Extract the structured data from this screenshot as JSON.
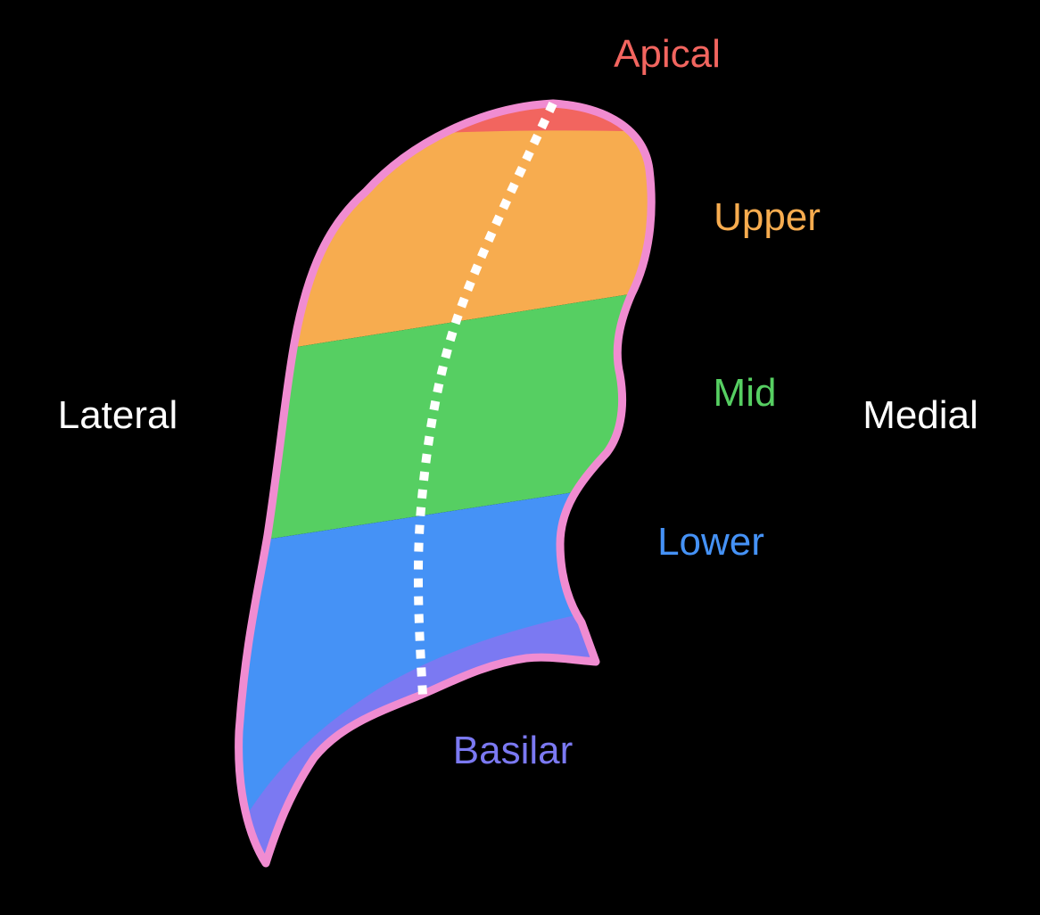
{
  "diagram": {
    "background": "#000000",
    "orientation": {
      "left": "Lateral",
      "right": "Medial"
    },
    "zones": [
      {
        "id": "apical",
        "label": "Apical",
        "color": "#F2655F"
      },
      {
        "id": "upper",
        "label": "Upper",
        "color": "#F7AC4F"
      },
      {
        "id": "mid",
        "label": "Mid",
        "color": "#56CF62"
      },
      {
        "id": "lower",
        "label": "Lower",
        "color": "#4592F6"
      },
      {
        "id": "basilar",
        "label": "Basilar",
        "color": "#7B79F2"
      }
    ],
    "outline_color": "#F08CD1",
    "axis_line": {
      "style": "dotted",
      "color": "#FFFFFF"
    },
    "orientation_text_color": "#FFFFFF"
  }
}
